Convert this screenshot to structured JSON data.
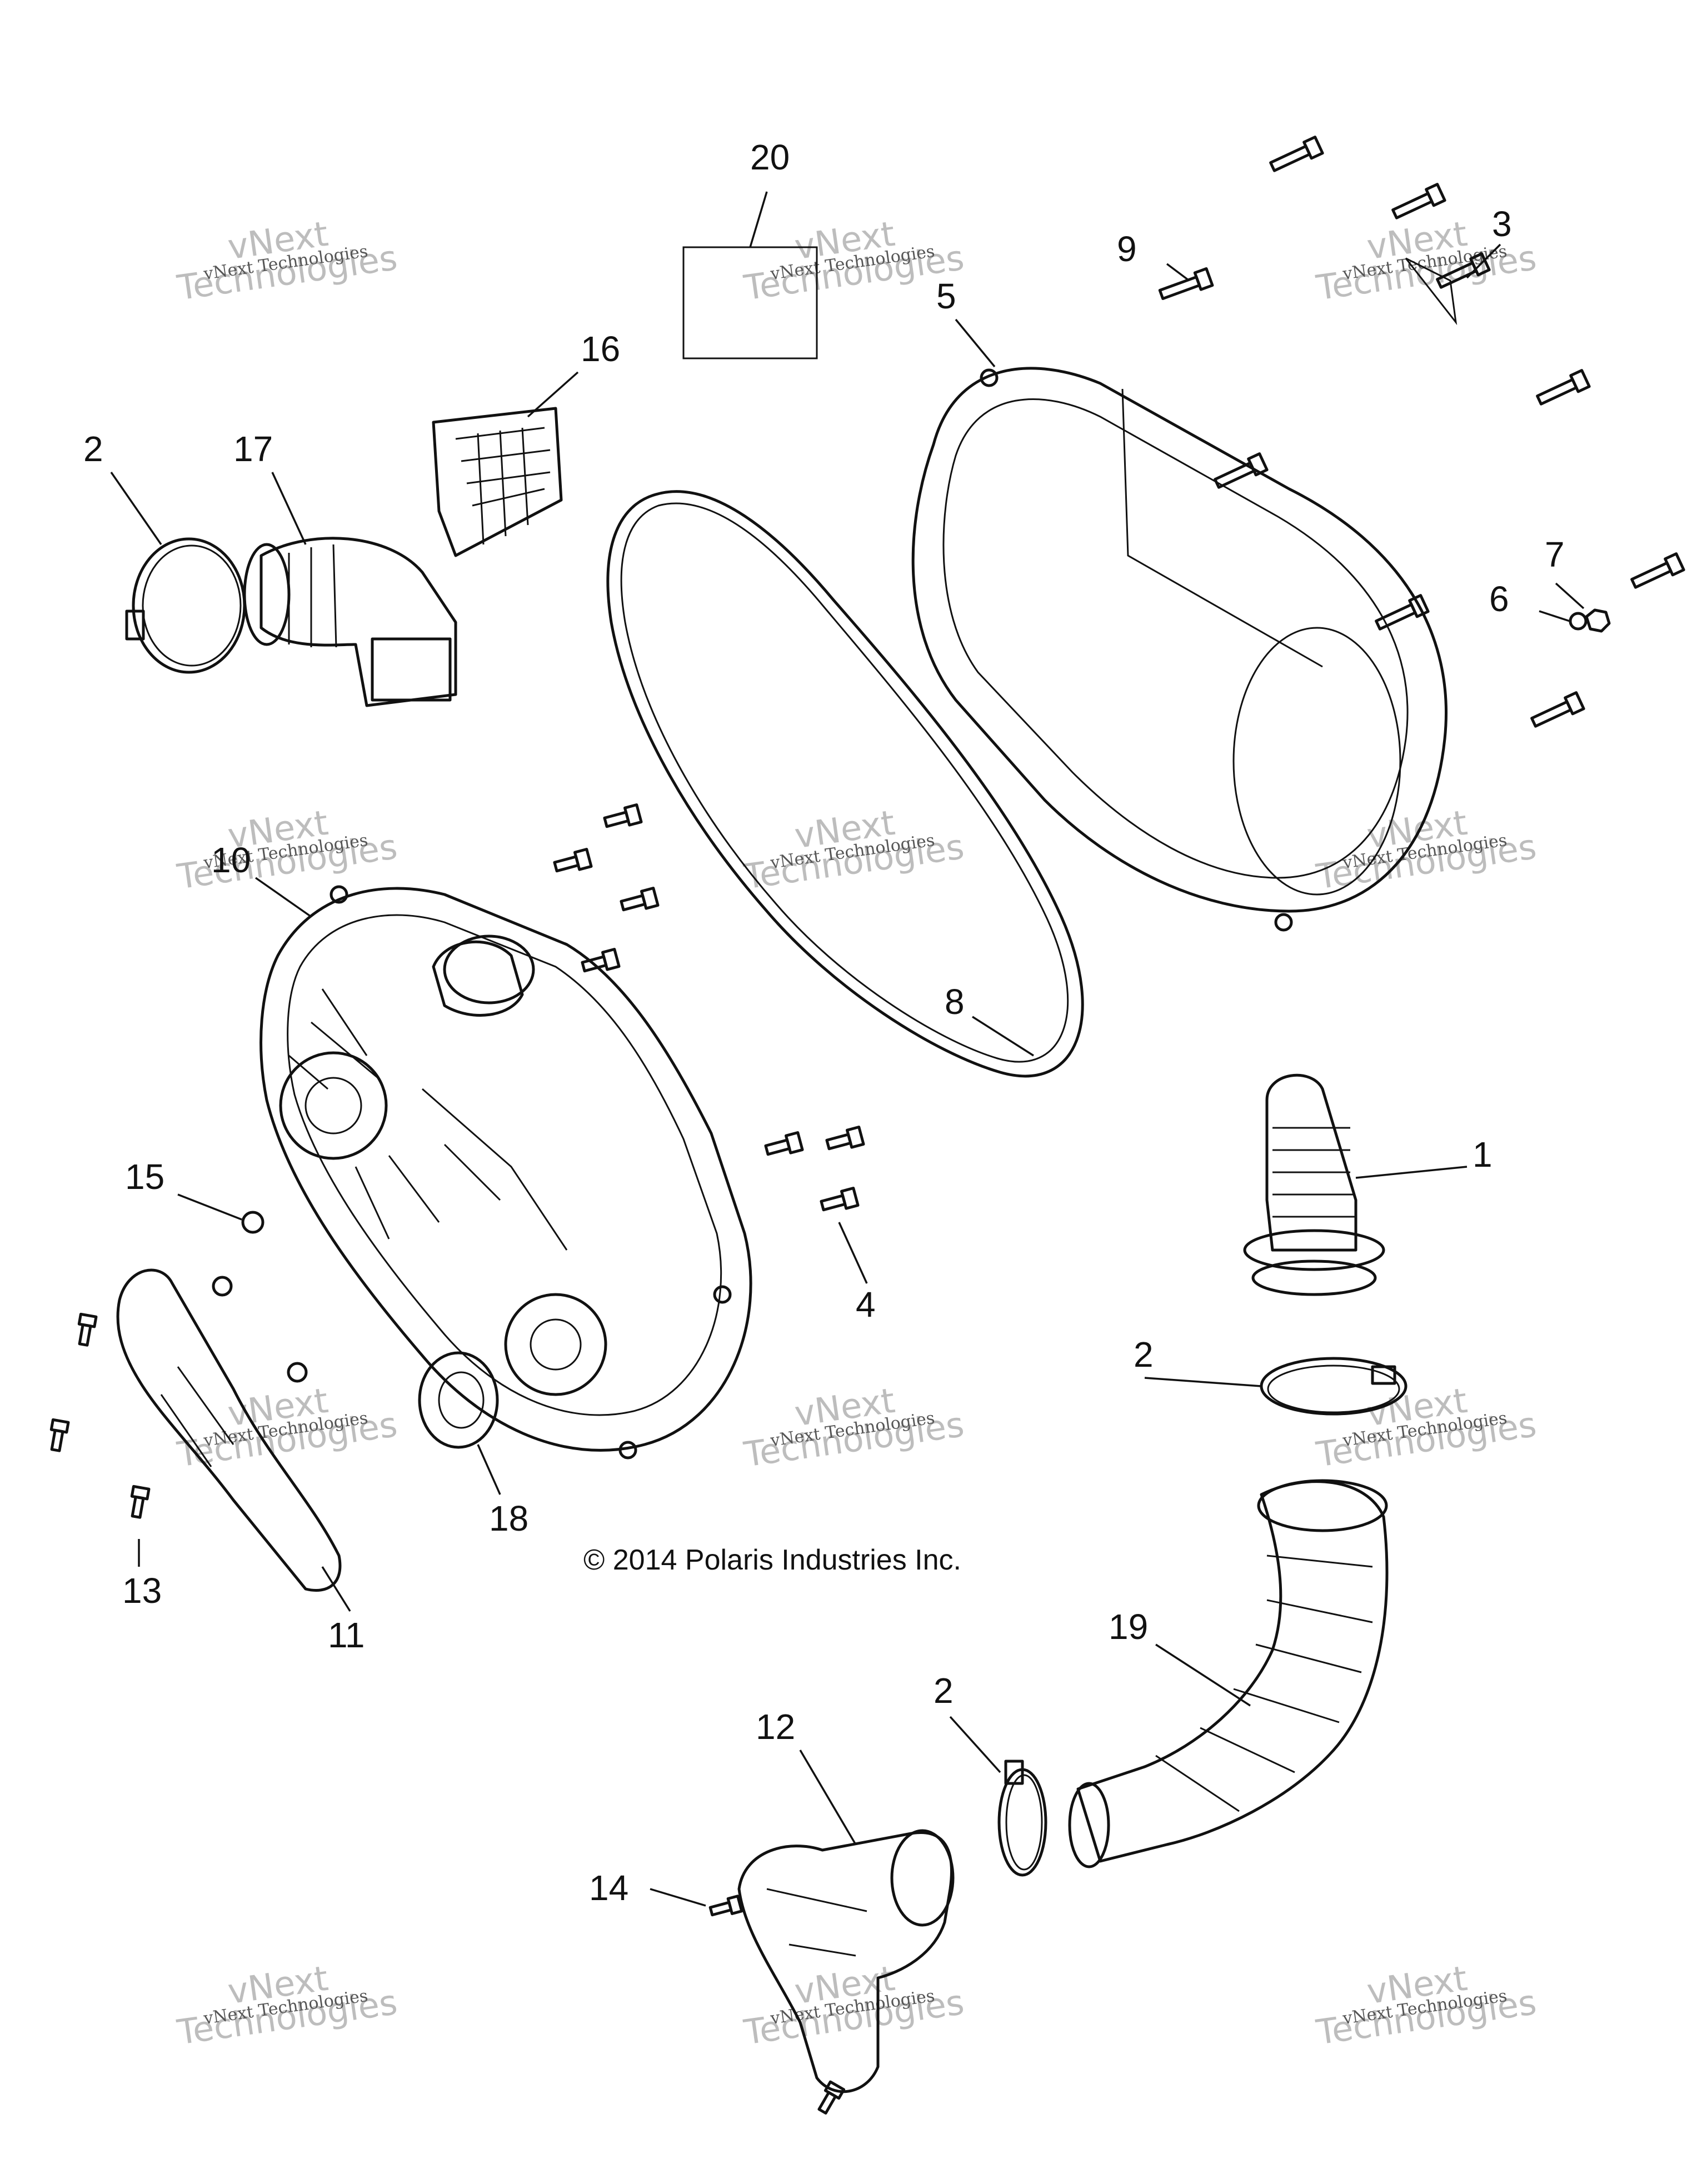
{
  "copyright": "© 2014 Polaris Industries Inc.",
  "watermark": {
    "line1": "vNext",
    "line2": "Technologies",
    "small": "vNext Technologies"
  },
  "callouts": [
    "20",
    "3",
    "9",
    "5",
    "16",
    "2",
    "17",
    "7",
    "6",
    "10",
    "8",
    "1",
    "15",
    "4",
    "2",
    "18",
    "13",
    "11",
    "19",
    "2",
    "12",
    "14"
  ]
}
